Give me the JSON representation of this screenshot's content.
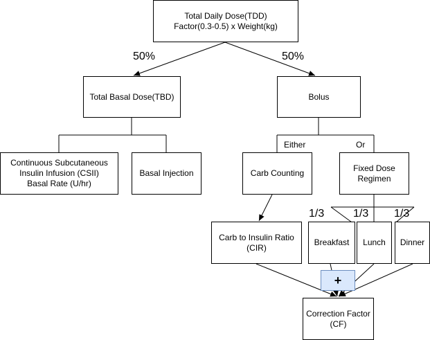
{
  "nodes": {
    "tdd": "Total Daily Dose(TDD)\nFactor(0.3-0.5) x Weight(kg)",
    "tbd": "Total Basal Dose(TBD)",
    "bolus": "Bolus",
    "csii": "Continuous Subcutaneous\nInsulin Infusion (CSII)\nBasal Rate (U/hr)",
    "basal_injection": "Basal Injection",
    "carb_counting": "Carb Counting",
    "fixed_dose": "Fixed Dose\nRegimen",
    "cir": "Carb to Insulin Ratio\n(CIR)",
    "breakfast": "Breakfast",
    "lunch": "Lunch",
    "dinner": "Dinner",
    "cf": "Correction Factor\n(CF)",
    "plus": "+"
  },
  "labels": {
    "split_left": "50%",
    "split_right": "50%",
    "either": "Either",
    "or": "Or",
    "third_breakfast": "1/3",
    "third_lunch": "1/3",
    "third_dinner": "1/3"
  },
  "colors": {
    "plus_fill": "#dae8fc",
    "plus_stroke": "#6c8ebf"
  }
}
